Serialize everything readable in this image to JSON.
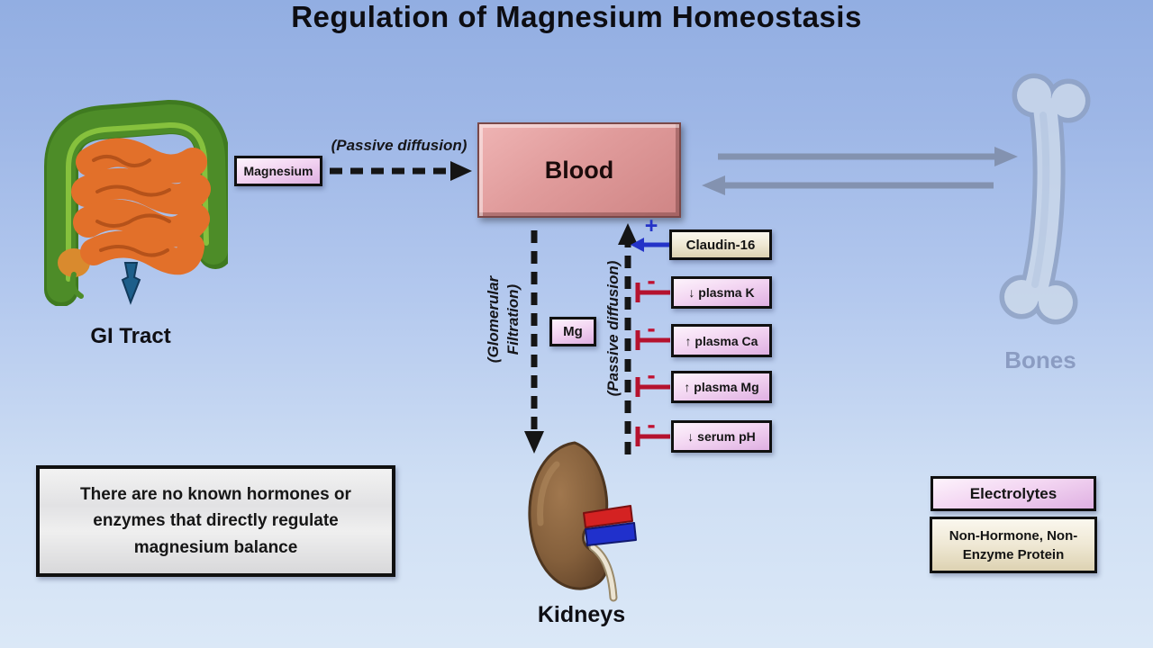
{
  "title": "Regulation of Magnesium Homeostasis",
  "organs": {
    "gi_tract": "GI Tract",
    "bones": "Bones",
    "kidneys": "Kidneys"
  },
  "boxes": {
    "magnesium": "Magnesium",
    "blood": "Blood",
    "mg": "Mg",
    "claudin16": "Claudin-16",
    "plasma_k": "↓ plasma K",
    "plasma_ca": "↑ plasma Ca",
    "plasma_mg": "↑ plasma Mg",
    "serum_ph": "↓ serum pH"
  },
  "pathways": {
    "gi_passive_diffusion": "(Passive diffusion)",
    "glomerular_filtration": "(Glomerular Filtration)",
    "kidney_passive_diffusion": "(Passive diffusion)",
    "stimulation_sign": "+",
    "inhibition_sign": "-"
  },
  "note_text": "There are no known hormones or enzymes that directly regulate magnesium balance",
  "legend": {
    "electrolytes": "Electrolytes",
    "non_hormone_protein": "Non-Hormone, Non-Enzyme Protein"
  },
  "colors": {
    "stimulation_blue": "#2433c8",
    "inhibition_red": "#b5122e",
    "electrolyte_pink": "#dfb0e2",
    "protein_tan": "#ddd2b2",
    "blood_salmon": "#e09b9b",
    "bones_gray_blue": "#8b9cc2",
    "arrow_black": "#151515",
    "bone_arrow_gray": "#8392b0"
  }
}
